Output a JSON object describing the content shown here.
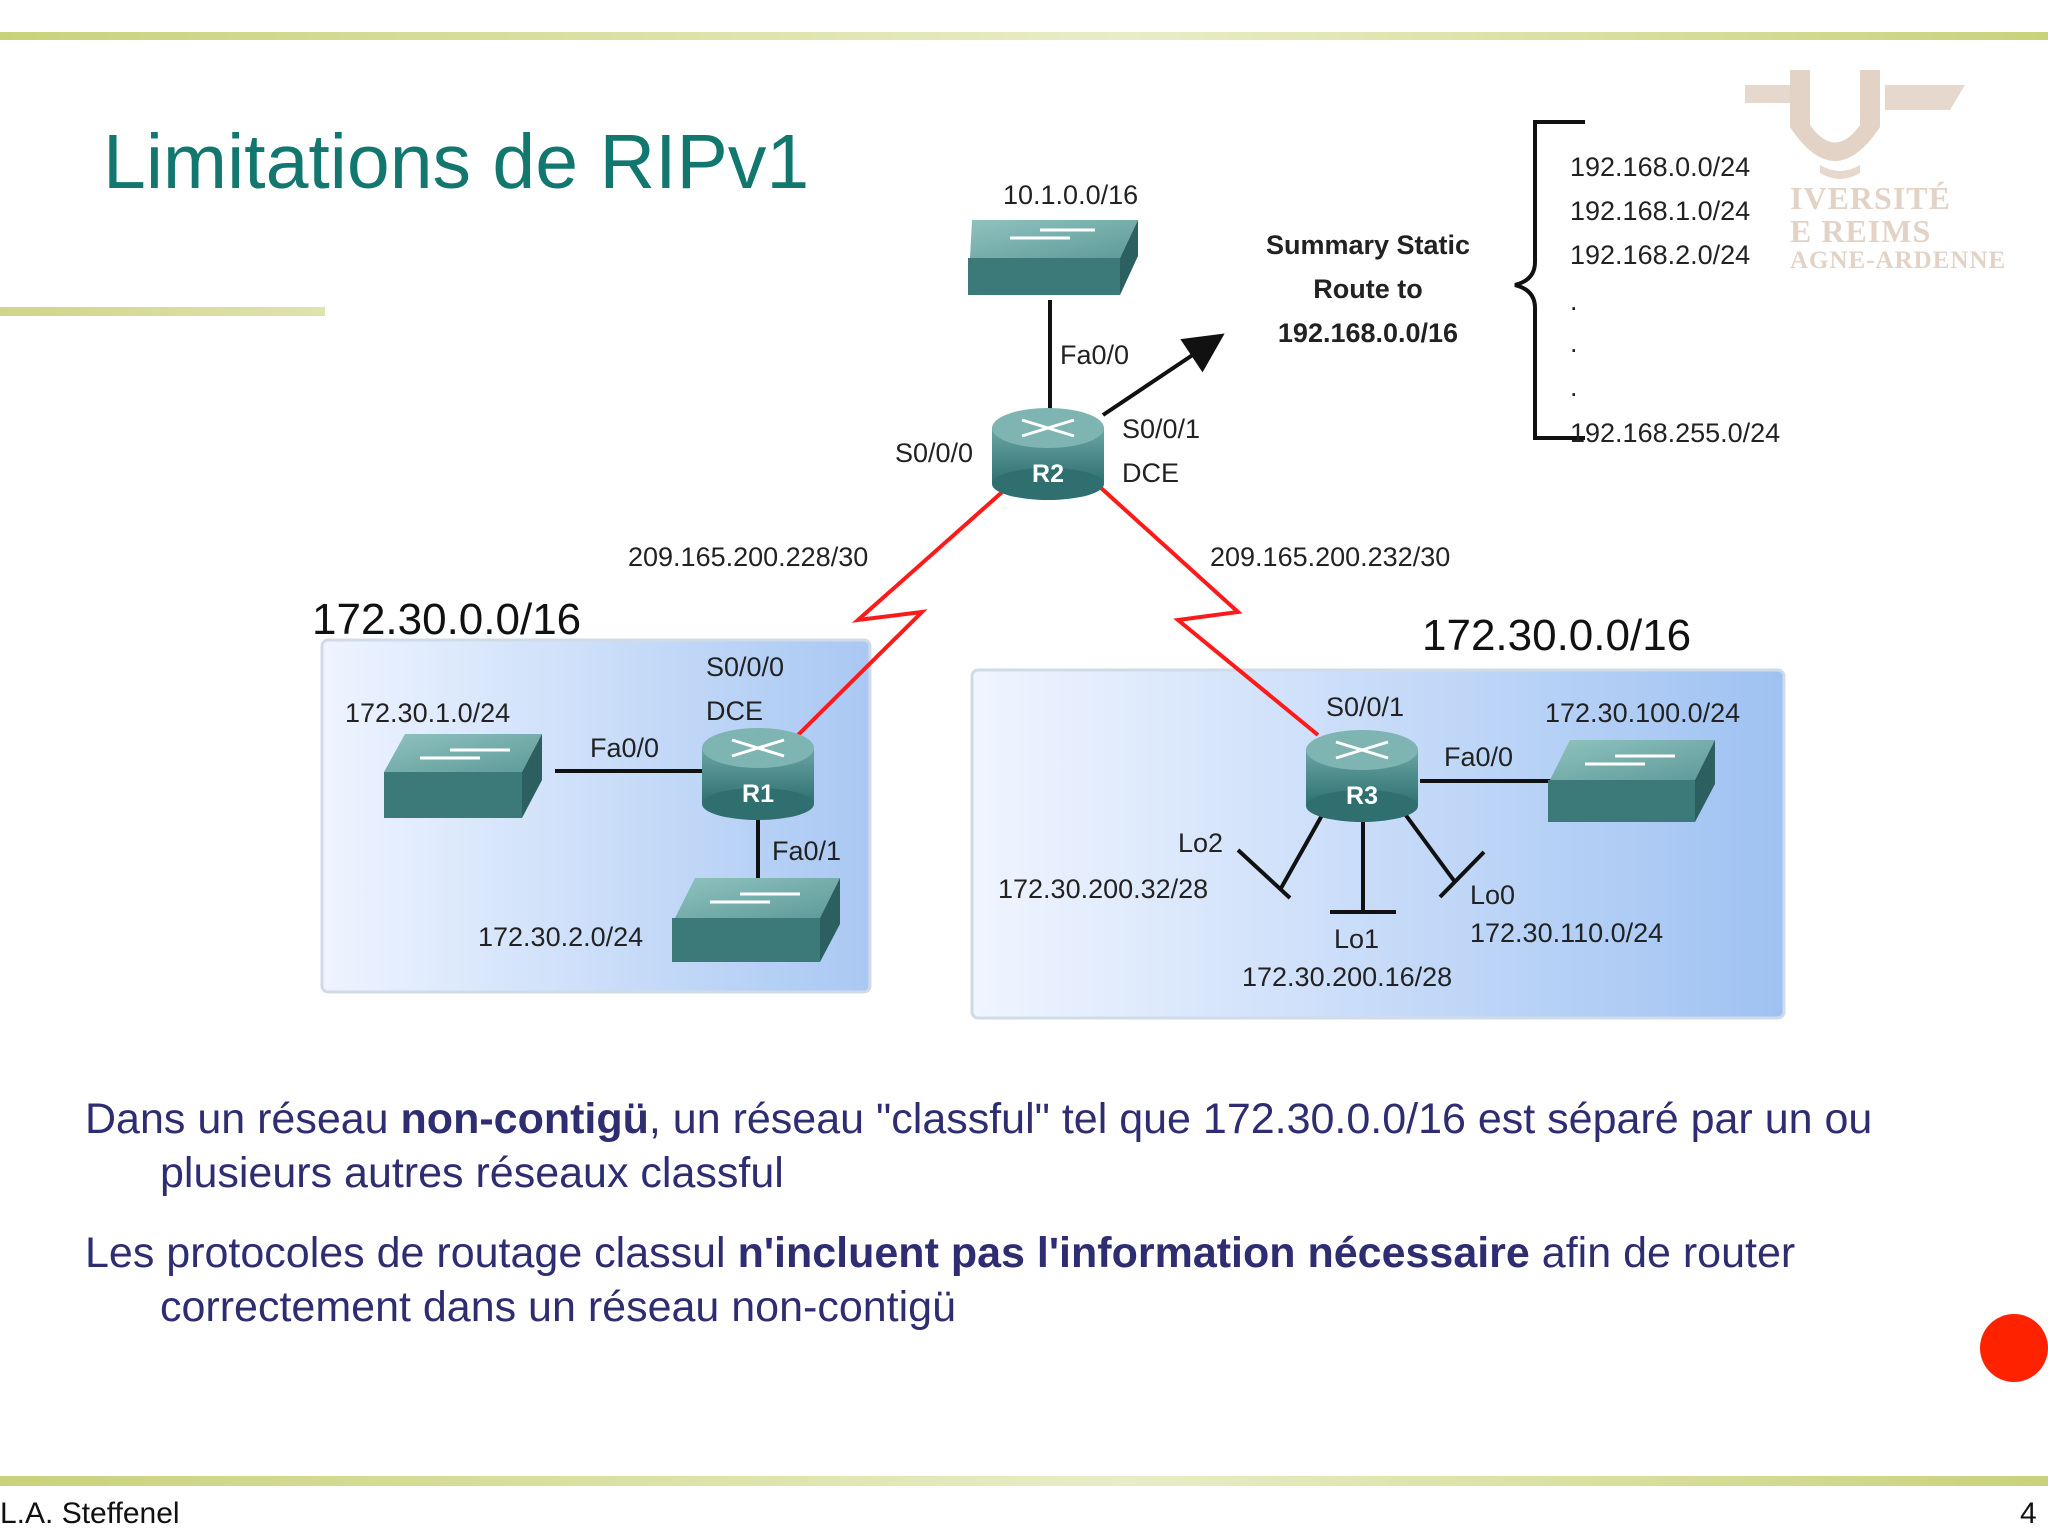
{
  "slide": {
    "title": "Limitations de RIPv1",
    "logo_text": [
      "IVERSITÉ",
      "E REIMS",
      "AGNE-ARDENNE"
    ],
    "footer_author": "L.A. Steffenel",
    "page_number": "4"
  },
  "diagram": {
    "routers": {
      "r1": "R1",
      "r2": "R2",
      "r3": "R3"
    },
    "lan_labels": {
      "top": "10.1.0.0/16",
      "r1_lan1": "172.30.1.0/24",
      "r1_lan2": "172.30.2.0/24",
      "r3_lan": "172.30.100.0/24"
    },
    "interfaces": {
      "r2_fa00": "Fa0/0",
      "r2_s000": "S0/0/0",
      "r2_s001": "S0/0/1",
      "r2_dce": "DCE",
      "r1_s000": "S0/0/0",
      "r1_dce": "DCE",
      "r1_fa00": "Fa0/0",
      "r1_fa01": "Fa0/1",
      "r3_s001": "S0/0/1",
      "r3_fa00": "Fa0/0",
      "lo0": "Lo0",
      "lo1": "Lo1",
      "lo2": "Lo2"
    },
    "wan_links": {
      "left": "209.165.200.228/30",
      "right": "209.165.200.232/30"
    },
    "network_labels": {
      "left": "172.30.0.0/16",
      "right": "172.30.0.0/16"
    },
    "loopback_subnets": {
      "lo0": "172.30.110.0/24",
      "lo1": "172.30.200.16/28",
      "lo2": "172.30.200.32/28"
    },
    "summary": {
      "line1": "Summary Static",
      "line2": "Route to",
      "line3": "192.168.0.0/16"
    },
    "summary_list": [
      "192.168.0.0/24",
      "192.168.1.0/24",
      "192.168.2.0/24",
      ".",
      ".",
      ".",
      "192.168.255.0/24"
    ]
  },
  "bullets": [
    {
      "pre": "Dans un réseau ",
      "bold": "non-contigü",
      "post": ", un réseau \"classful\" tel que 172.30.0.0/16 est séparé par un ou plusieurs autres réseaux classful"
    },
    {
      "pre": "Les protocoles de routage classul ",
      "bold": "n'incluent pas l'information nécessaire",
      "post": " afin de router correctement dans un réseau non-contigü"
    }
  ],
  "colors": {
    "title": "#12786f",
    "body_text": "#2e2d72",
    "serial_link": "#ff1a1a",
    "accent_dot": "#ff2200"
  }
}
